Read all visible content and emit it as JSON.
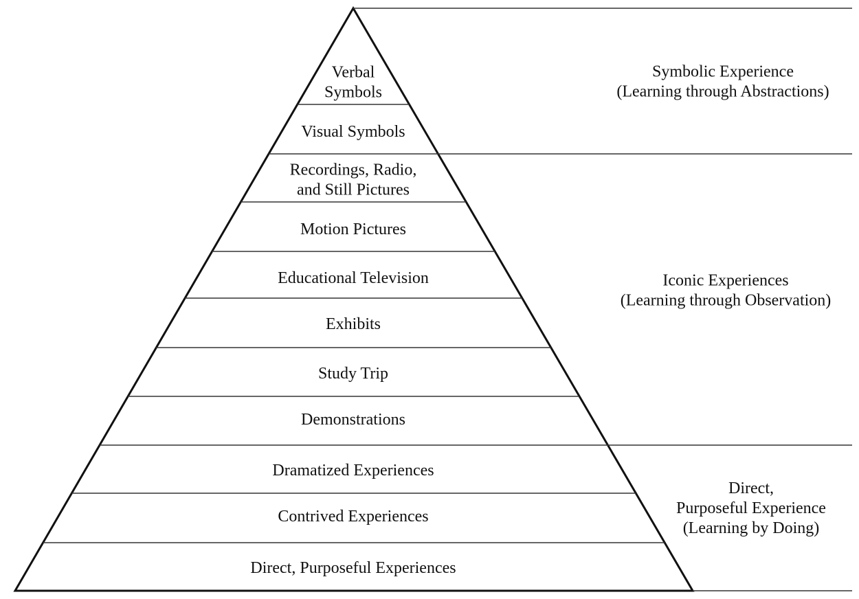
{
  "diagram": {
    "tiers": [
      {
        "lines": [
          "Verbal",
          "Symbols"
        ]
      },
      {
        "lines": [
          "Visual Symbols"
        ]
      },
      {
        "lines": [
          "Recordings, Radio,",
          "and Still Pictures"
        ]
      },
      {
        "lines": [
          "Motion Pictures"
        ]
      },
      {
        "lines": [
          "Educational Television"
        ]
      },
      {
        "lines": [
          "Exhibits"
        ]
      },
      {
        "lines": [
          "Study Trip"
        ]
      },
      {
        "lines": [
          "Demonstrations"
        ]
      },
      {
        "lines": [
          "Dramatized Experiences"
        ]
      },
      {
        "lines": [
          "Contrived Experiences"
        ]
      },
      {
        "lines": [
          "Direct, Purposeful Experiences"
        ]
      }
    ],
    "categories": [
      {
        "lines": [
          "Symbolic Experience",
          "(Learning through Abstractions)"
        ]
      },
      {
        "lines": [
          "Iconic Experiences",
          "(Learning through Observation)"
        ]
      },
      {
        "lines": [
          "Direct,",
          "Purposeful Experience",
          "(Learning by Doing)"
        ]
      }
    ],
    "colors": {
      "line": "#111111",
      "text": "#111111",
      "background": "#ffffff"
    }
  }
}
